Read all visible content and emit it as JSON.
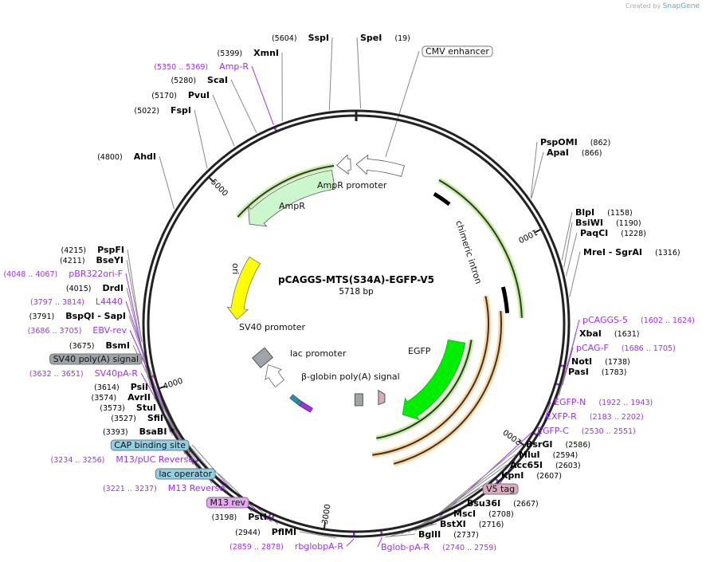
{
  "credit": {
    "prefix": "Created by",
    "brand": "SnapGene"
  },
  "plasmid": {
    "name": "pCAGGS-MTS(S34A)-EGFP-V5",
    "length": "5718 bp"
  },
  "ticks": [
    "1000",
    "2000",
    "3000",
    "4000",
    "5000"
  ],
  "inner_features": [
    {
      "name": "AmpR",
      "color": "#ccf7cc"
    },
    {
      "name": "AmpR promoter",
      "color": "#ffffff"
    },
    {
      "name": "ori",
      "color": "#ffff00"
    },
    {
      "name": "chimeric intron",
      "color": "#000000"
    },
    {
      "name": "EGFP",
      "color": "#00ee00"
    },
    {
      "name": "SV40 promoter",
      "color": "#a0a4aa"
    },
    {
      "name": "lac promoter",
      "color": "#ffffff"
    },
    {
      "name": "β-globin poly(A) signal",
      "color": "#a0a4aa"
    }
  ],
  "labels": [
    {
      "kind": "enzyme",
      "name": "SspI",
      "pos": "5604"
    },
    {
      "kind": "enzyme",
      "name": "SpeI",
      "pos": "19"
    },
    {
      "kind": "enzyme",
      "name": "XmnI",
      "pos": "5399"
    },
    {
      "kind": "primer",
      "name": "Amp-R",
      "pos": "5350 .. 5369"
    },
    {
      "kind": "enzyme",
      "name": "ScaI",
      "pos": "5280"
    },
    {
      "kind": "enzyme",
      "name": "PvuI",
      "pos": "5170"
    },
    {
      "kind": "enzyme",
      "name": "FspI",
      "pos": "5022"
    },
    {
      "kind": "enzyme",
      "name": "AhdI",
      "pos": "4800"
    },
    {
      "kind": "enzyme",
      "name": "PspFI",
      "pos": "4215"
    },
    {
      "kind": "enzyme",
      "name": "BseYI",
      "pos": "4211"
    },
    {
      "kind": "primer",
      "name": "pBR322ori-F",
      "pos": "4048 .. 4067"
    },
    {
      "kind": "enzyme",
      "name": "DrdI",
      "pos": "4015"
    },
    {
      "kind": "primer",
      "name": "L4440",
      "pos": "3797 .. 3814"
    },
    {
      "kind": "enzyme",
      "name": "BspQI   - SapI",
      "pos": "3791"
    },
    {
      "kind": "primer",
      "name": "EBV-rev",
      "pos": "3686 .. 3705"
    },
    {
      "kind": "enzyme",
      "name": "BsmI",
      "pos": "3675"
    },
    {
      "kind": "feature",
      "name": "SV40 poly(A) signal",
      "color": "#a0a4aa"
    },
    {
      "kind": "primer",
      "name": "SV40pA-R",
      "pos": "3632 .. 3651"
    },
    {
      "kind": "enzyme",
      "name": "PsiI",
      "pos": "3614"
    },
    {
      "kind": "enzyme",
      "name": "AvrII",
      "pos": "3574"
    },
    {
      "kind": "enzyme",
      "name": "StuI",
      "pos": "3573"
    },
    {
      "kind": "enzyme",
      "name": "SfiI",
      "pos": "3527"
    },
    {
      "kind": "enzyme",
      "name": "BsaBI  *",
      "pos": "3393"
    },
    {
      "kind": "feature",
      "name": "CAP binding site",
      "color": "#8fd0e4"
    },
    {
      "kind": "primer",
      "name": "M13/pUC Reverse",
      "pos": "3234 .. 3256"
    },
    {
      "kind": "feature",
      "name": "lac operator",
      "color": "#8fd0e4"
    },
    {
      "kind": "primer",
      "name": "M13 Reverse",
      "pos": "3221 .. 3237"
    },
    {
      "kind": "feature",
      "name": "M13 rev",
      "color": "#e3a8f0"
    },
    {
      "kind": "enzyme",
      "name": "PstI",
      "pos": "3198"
    },
    {
      "kind": "enzyme",
      "name": "PflMI",
      "pos": "2944"
    },
    {
      "kind": "primer",
      "name": "rbglobpA-R",
      "pos": "2859 .. 2878"
    },
    {
      "kind": "feature",
      "name": "CMV enhancer",
      "color": "#ffffff"
    },
    {
      "kind": "enzyme",
      "name": "PspOMI",
      "pos": "862"
    },
    {
      "kind": "enzyme",
      "name": "ApaI",
      "pos": "866"
    },
    {
      "kind": "enzyme",
      "name": "BlpI",
      "pos": "1158"
    },
    {
      "kind": "enzyme",
      "name": "BsiWI",
      "pos": "1190"
    },
    {
      "kind": "enzyme",
      "name": "PaqCI",
      "pos": "1228"
    },
    {
      "kind": "enzyme",
      "name": "MreI   - SgrAI",
      "pos": "1316"
    },
    {
      "kind": "primer",
      "name": "pCAGGS-5",
      "pos": "1602 .. 1624"
    },
    {
      "kind": "enzyme",
      "name": "XbaI",
      "pos": "1631"
    },
    {
      "kind": "primer",
      "name": "pCAG-F",
      "pos": "1686 .. 1705"
    },
    {
      "kind": "enzyme",
      "name": "NotI",
      "pos": "1738"
    },
    {
      "kind": "enzyme",
      "name": "PasI",
      "pos": "1783"
    },
    {
      "kind": "primer",
      "name": "EGFP-N",
      "pos": "1922 .. 1943"
    },
    {
      "kind": "primer",
      "name": "EXFP-R",
      "pos": "2183 .. 2202"
    },
    {
      "kind": "primer",
      "name": "EGFP-C",
      "pos": "2530 .. 2551"
    },
    {
      "kind": "enzyme",
      "name": "BsrGI",
      "pos": "2586"
    },
    {
      "kind": "enzyme",
      "name": "MluI",
      "pos": "2594"
    },
    {
      "kind": "enzyme",
      "name": "Acc65I",
      "pos": "2603"
    },
    {
      "kind": "enzyme",
      "name": "KpnI",
      "pos": "2607"
    },
    {
      "kind": "feature",
      "name": "V5 tag",
      "color": "#d8aabd"
    },
    {
      "kind": "enzyme",
      "name": "Bsu36I",
      "pos": "2667"
    },
    {
      "kind": "enzyme",
      "name": "MscI",
      "pos": "2708"
    },
    {
      "kind": "enzyme",
      "name": "BstXI",
      "pos": "2716"
    },
    {
      "kind": "enzyme",
      "name": "BglII",
      "pos": "2737"
    },
    {
      "kind": "primer",
      "name": "Bglob-pA-R",
      "pos": "2740 .. 2759"
    }
  ]
}
